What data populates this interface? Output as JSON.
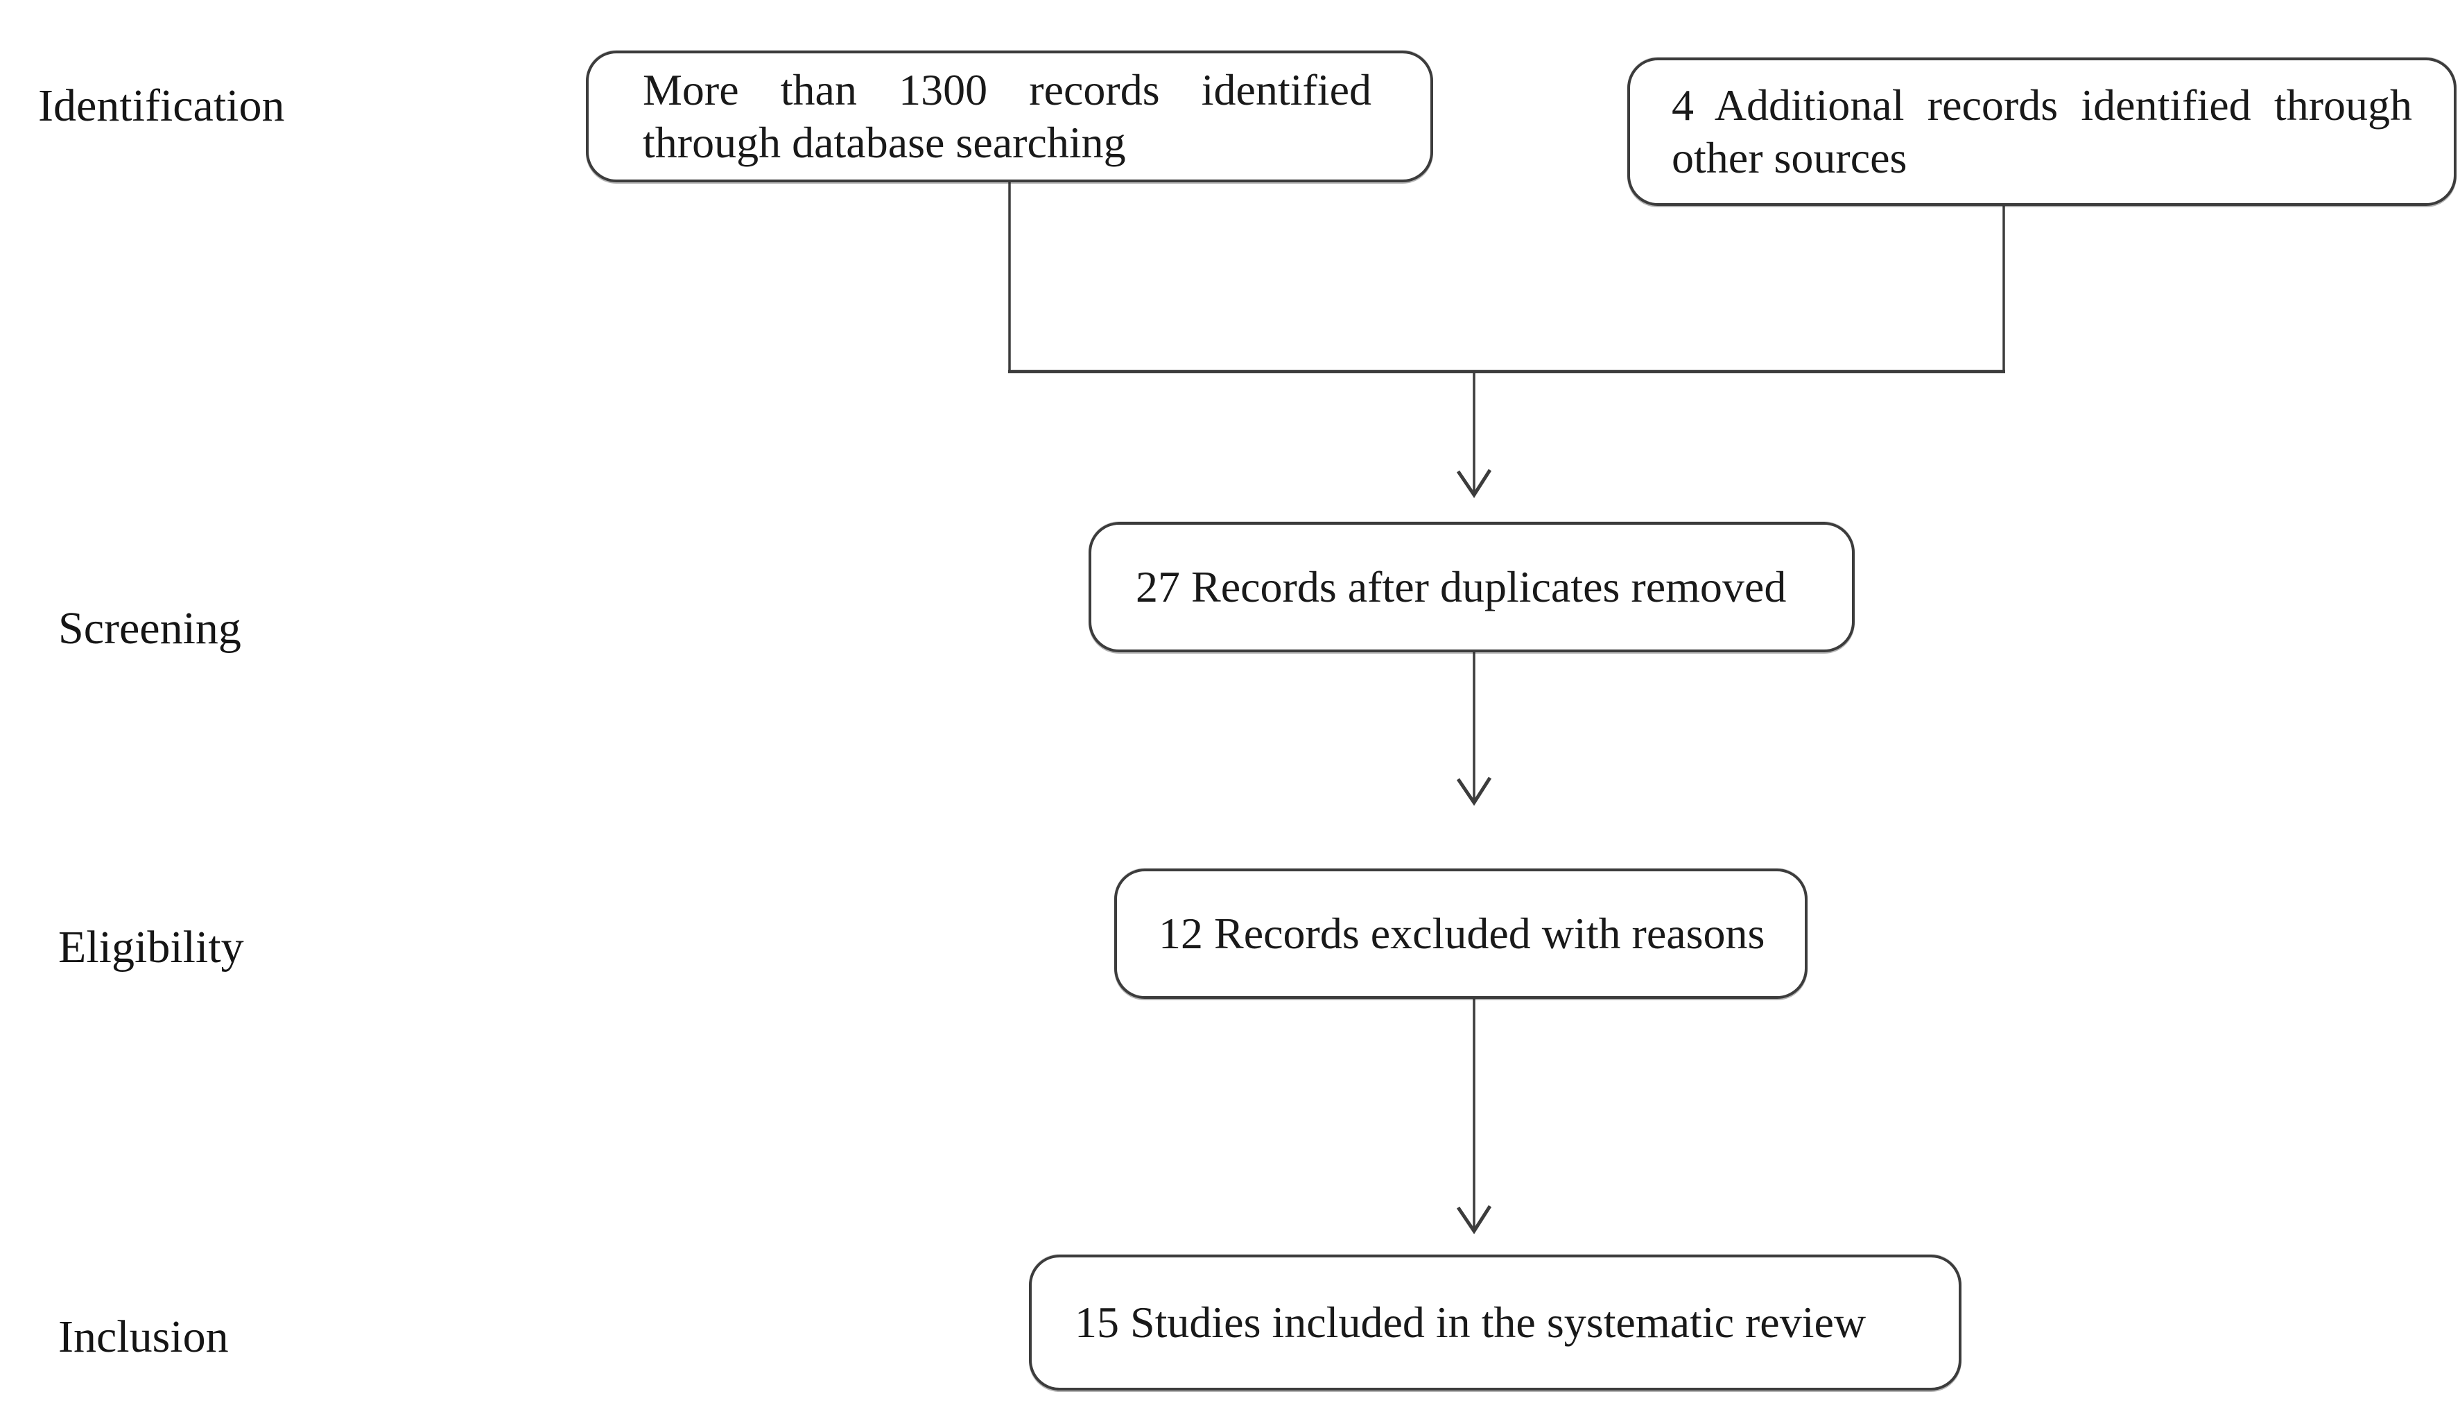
{
  "stages": [
    {
      "id": "identification",
      "label": "Identification"
    },
    {
      "id": "screening",
      "label": "Screening"
    },
    {
      "id": "eligibility",
      "label": "Eligibility"
    },
    {
      "id": "inclusion",
      "label": "Inclusion"
    }
  ],
  "boxes": [
    {
      "id": "records-identified-database",
      "text": "More than 1300 records identified through database searching"
    },
    {
      "id": "records-identified-other",
      "text": "4 Additional records identified through other sources"
    },
    {
      "id": "records-after-duplicates",
      "text": "27 Records after duplicates removed"
    },
    {
      "id": "records-excluded",
      "text": "12 Records excluded with reasons"
    },
    {
      "id": "studies-included",
      "text": "15 Studies included in the systematic review"
    }
  ],
  "colors": {
    "line": "#3c3c3c",
    "text": "#191919",
    "background": "#ffffff"
  }
}
